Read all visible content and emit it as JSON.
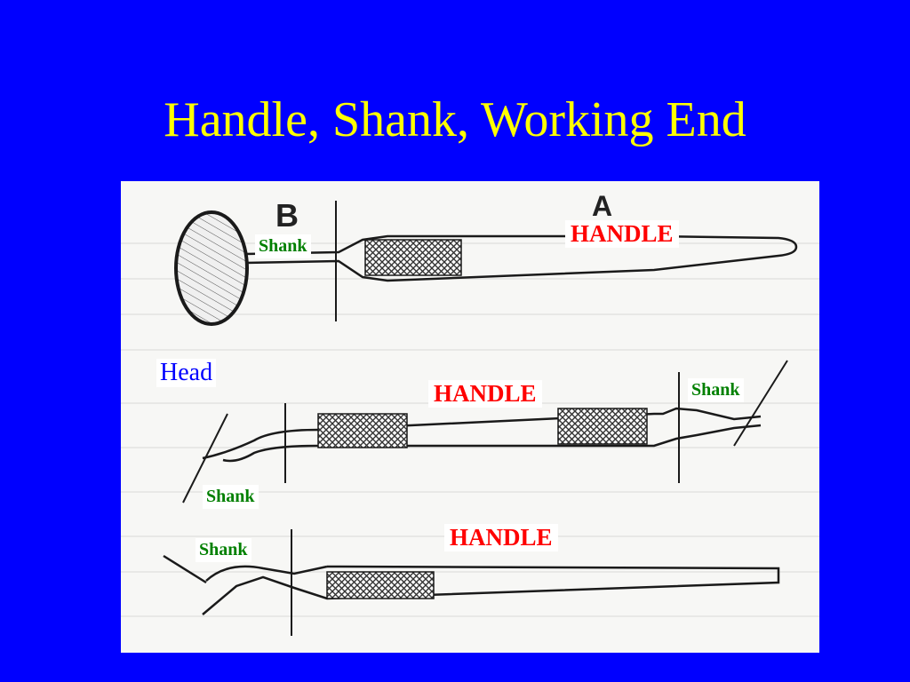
{
  "slide": {
    "title": "Handle, Shank, Working End",
    "background_color": "#0000ff",
    "title_color": "#ffff00"
  },
  "diagram": {
    "section_letters": {
      "b": "B",
      "a": "A"
    },
    "labels": {
      "handle_1": "HANDLE",
      "handle_2": "HANDLE",
      "handle_3": "HANDLE",
      "shank_1": "Shank",
      "shank_2_right": "Shank",
      "shank_2_left": "Shank",
      "shank_3": "Shank",
      "head": "Head"
    },
    "colors": {
      "handle": "#ff0000",
      "shank": "#008000",
      "head": "#0000ff"
    }
  }
}
